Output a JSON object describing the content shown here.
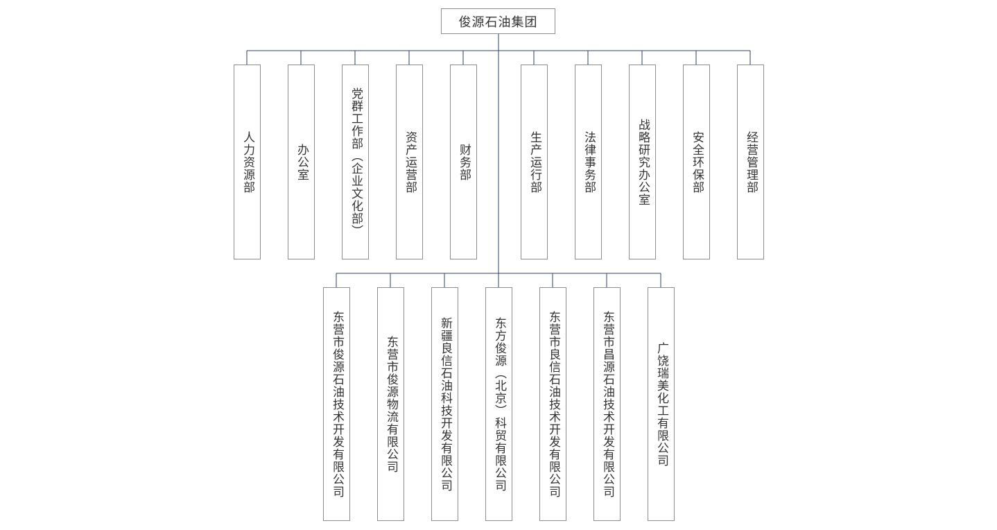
{
  "root": {
    "label": "俊源石油集团"
  },
  "departments": [
    {
      "label": "人力资源部"
    },
    {
      "label": "办公室"
    },
    {
      "label": "党群工作部（企业文化部）"
    },
    {
      "label": "资产运营部"
    },
    {
      "label": "财务部"
    },
    {
      "label": "生产运行部"
    },
    {
      "label": "法律事务部"
    },
    {
      "label": "战略研究办公室"
    },
    {
      "label": "安全环保部"
    },
    {
      "label": "经营管理部"
    }
  ],
  "subsidiaries": [
    {
      "label": "东营市俊源石油技术开发有限公司"
    },
    {
      "label": "东营市俊源物流有限公司"
    },
    {
      "label": "新疆良信石油科技开发有限公司"
    },
    {
      "label": "东方俊源（北京）科贸有限公司"
    },
    {
      "label": "东营市良信石油技术开发有限公司"
    },
    {
      "label": "东营市昌源石油技术开发有限公司"
    },
    {
      "label": "广饶瑞美化工有限公司"
    }
  ],
  "colors": {
    "line": "#2e3f66",
    "border": "#8c8c8c",
    "text": "#333333"
  }
}
